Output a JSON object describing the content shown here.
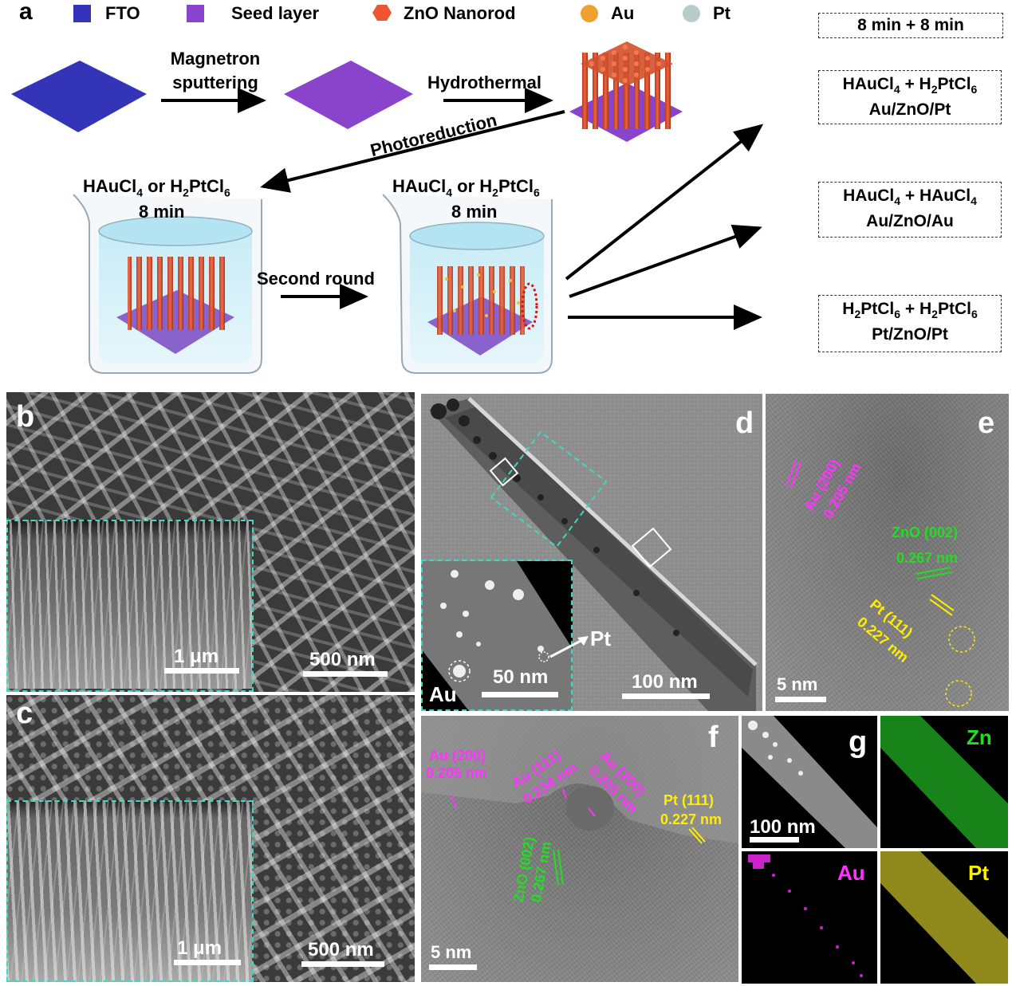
{
  "panel_a": {
    "letter": "a",
    "legend": [
      {
        "label": "FTO",
        "color": "#3333bb"
      },
      {
        "label": "Seed layer",
        "color": "#8844cc"
      },
      {
        "label": "ZnO Nanorod",
        "color": "#ee5533"
      },
      {
        "label": "Au",
        "color": "#f0a030"
      },
      {
        "label": "Pt",
        "color": "#b8cccc"
      }
    ],
    "step1_line1": "Magnetron",
    "step1_line2": "sputtering",
    "step2": "Hydrothermal",
    "step3": "Photoreduction",
    "beaker1_line1": "HAuCl",
    "beaker1_mid": " or H",
    "beaker1_pt": "PtCl",
    "beaker1_time": "8 min",
    "step4": "Second round",
    "beaker2_time": "8 min",
    "box_time": "8 min + 8 min",
    "box1_line2": "Au/ZnO/Pt",
    "box2_line2": "Au/ZnO/Au",
    "box3_line2": "Pt/ZnO/Pt"
  },
  "panel_b": {
    "letter": "b",
    "inset_scale": "1 μm",
    "scale": "500 nm"
  },
  "panel_c": {
    "letter": "c",
    "inset_scale": "1 μm",
    "scale": "500 nm"
  },
  "panel_d": {
    "letter": "d",
    "scale": "100 nm",
    "inset_scale": "50 nm",
    "inset_au": "Au",
    "inset_pt": "Pt"
  },
  "panel_e": {
    "letter": "e",
    "scale": "5 nm",
    "au_label": "Au (200)",
    "au_d": "0.205 nm",
    "zno_label": "ZnO (002)",
    "zno_d": "0.267 nm",
    "pt_label": "Pt (111)",
    "pt_d": "0.227 nm"
  },
  "panel_f": {
    "letter": "f",
    "scale": "5 nm",
    "au200_a": "Au (200)",
    "au200_a_d": "0.205 nm",
    "au111": "Au (111)",
    "au111_d": "0.234 nm",
    "au200_b": "Au (200)",
    "au200_b_d": "0.205 nm",
    "pt111": "Pt (111)",
    "pt111_d": "0.227 nm",
    "zno": "ZnO (002)",
    "zno_d": "0.267 nm"
  },
  "panel_g": {
    "letter": "g",
    "scale": "100 nm",
    "zn": "Zn",
    "au": "Au",
    "pt": "Pt"
  }
}
